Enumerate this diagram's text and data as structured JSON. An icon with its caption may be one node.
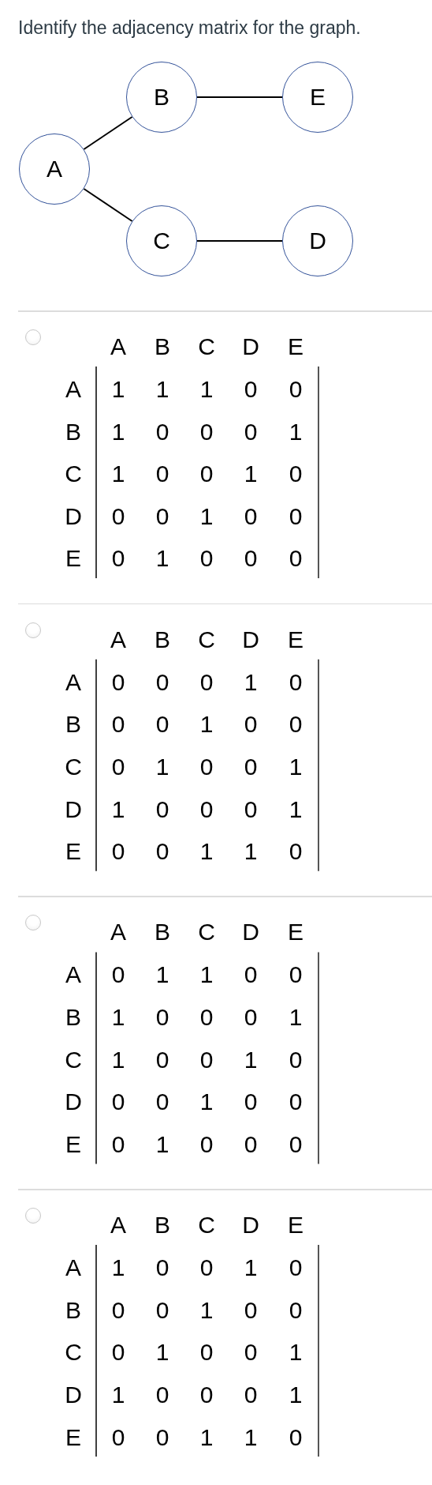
{
  "diagram": {
    "title": "Identify the adjacency matrix for the graph.",
    "nodes": [
      {
        "text": [
          "B"
        ]
      },
      {
        "text": [
          "E"
        ]
      },
      {
        "text": [
          "A"
        ]
      },
      {
        "text": [
          "C"
        ]
      },
      {
        "text": [
          "D"
        ]
      }
    ],
    "edges": [
      {
        "from": 2,
        "to": 0,
        "arrow": "none"
      },
      {
        "from": 0,
        "to": 1,
        "arrow": "none"
      },
      {
        "from": 2,
        "to": 3,
        "arrow": "none"
      },
      {
        "from": 3,
        "to": 4,
        "arrow": "none"
      }
    ],
    "labels": [
      "A",
      "B",
      "C",
      "D",
      "E",
      "A",
      "1",
      "1",
      "1",
      "0",
      "0",
      "B",
      "1",
      "0",
      "0",
      "0",
      "1",
      "C",
      "1",
      "0",
      "0",
      "1",
      "0",
      "D",
      "0",
      "0",
      "1",
      "0",
      "0",
      "E",
      "0",
      "1",
      "0",
      "0",
      "0",
      "A",
      "B",
      "C",
      "D",
      "E",
      "A",
      "0",
      "0",
      "0",
      "1",
      "0",
      "B",
      "0",
      "0",
      "1",
      "0",
      "0",
      "C",
      "0",
      "1",
      "0",
      "0",
      "1",
      "D",
      "1",
      "0",
      "0",
      "0",
      "1",
      "E",
      "0",
      "0",
      "1",
      "1",
      "0",
      "A",
      "B",
      "C",
      "D",
      "E",
      "A",
      "0",
      "1",
      "1",
      "0",
      "0",
      "B",
      "1",
      "0",
      "0",
      "0",
      "1",
      "C",
      "1",
      "0",
      "0",
      "1",
      "0",
      "D",
      "0",
      "0",
      "1",
      "0",
      "0",
      "E",
      "0",
      "1",
      "0",
      "0",
      "0",
      "A",
      "B",
      "C",
      "D",
      "E",
      "A",
      "1",
      "0",
      "0",
      "1",
      "0",
      "B",
      "0",
      "0",
      "1",
      "0",
      "0",
      "C",
      "0",
      "1",
      "0",
      "0",
      "1",
      "D",
      "1",
      "0",
      "0",
      "0",
      "1",
      "E",
      "0",
      "0",
      "1",
      "1",
      "0"
    ]
  }
}
